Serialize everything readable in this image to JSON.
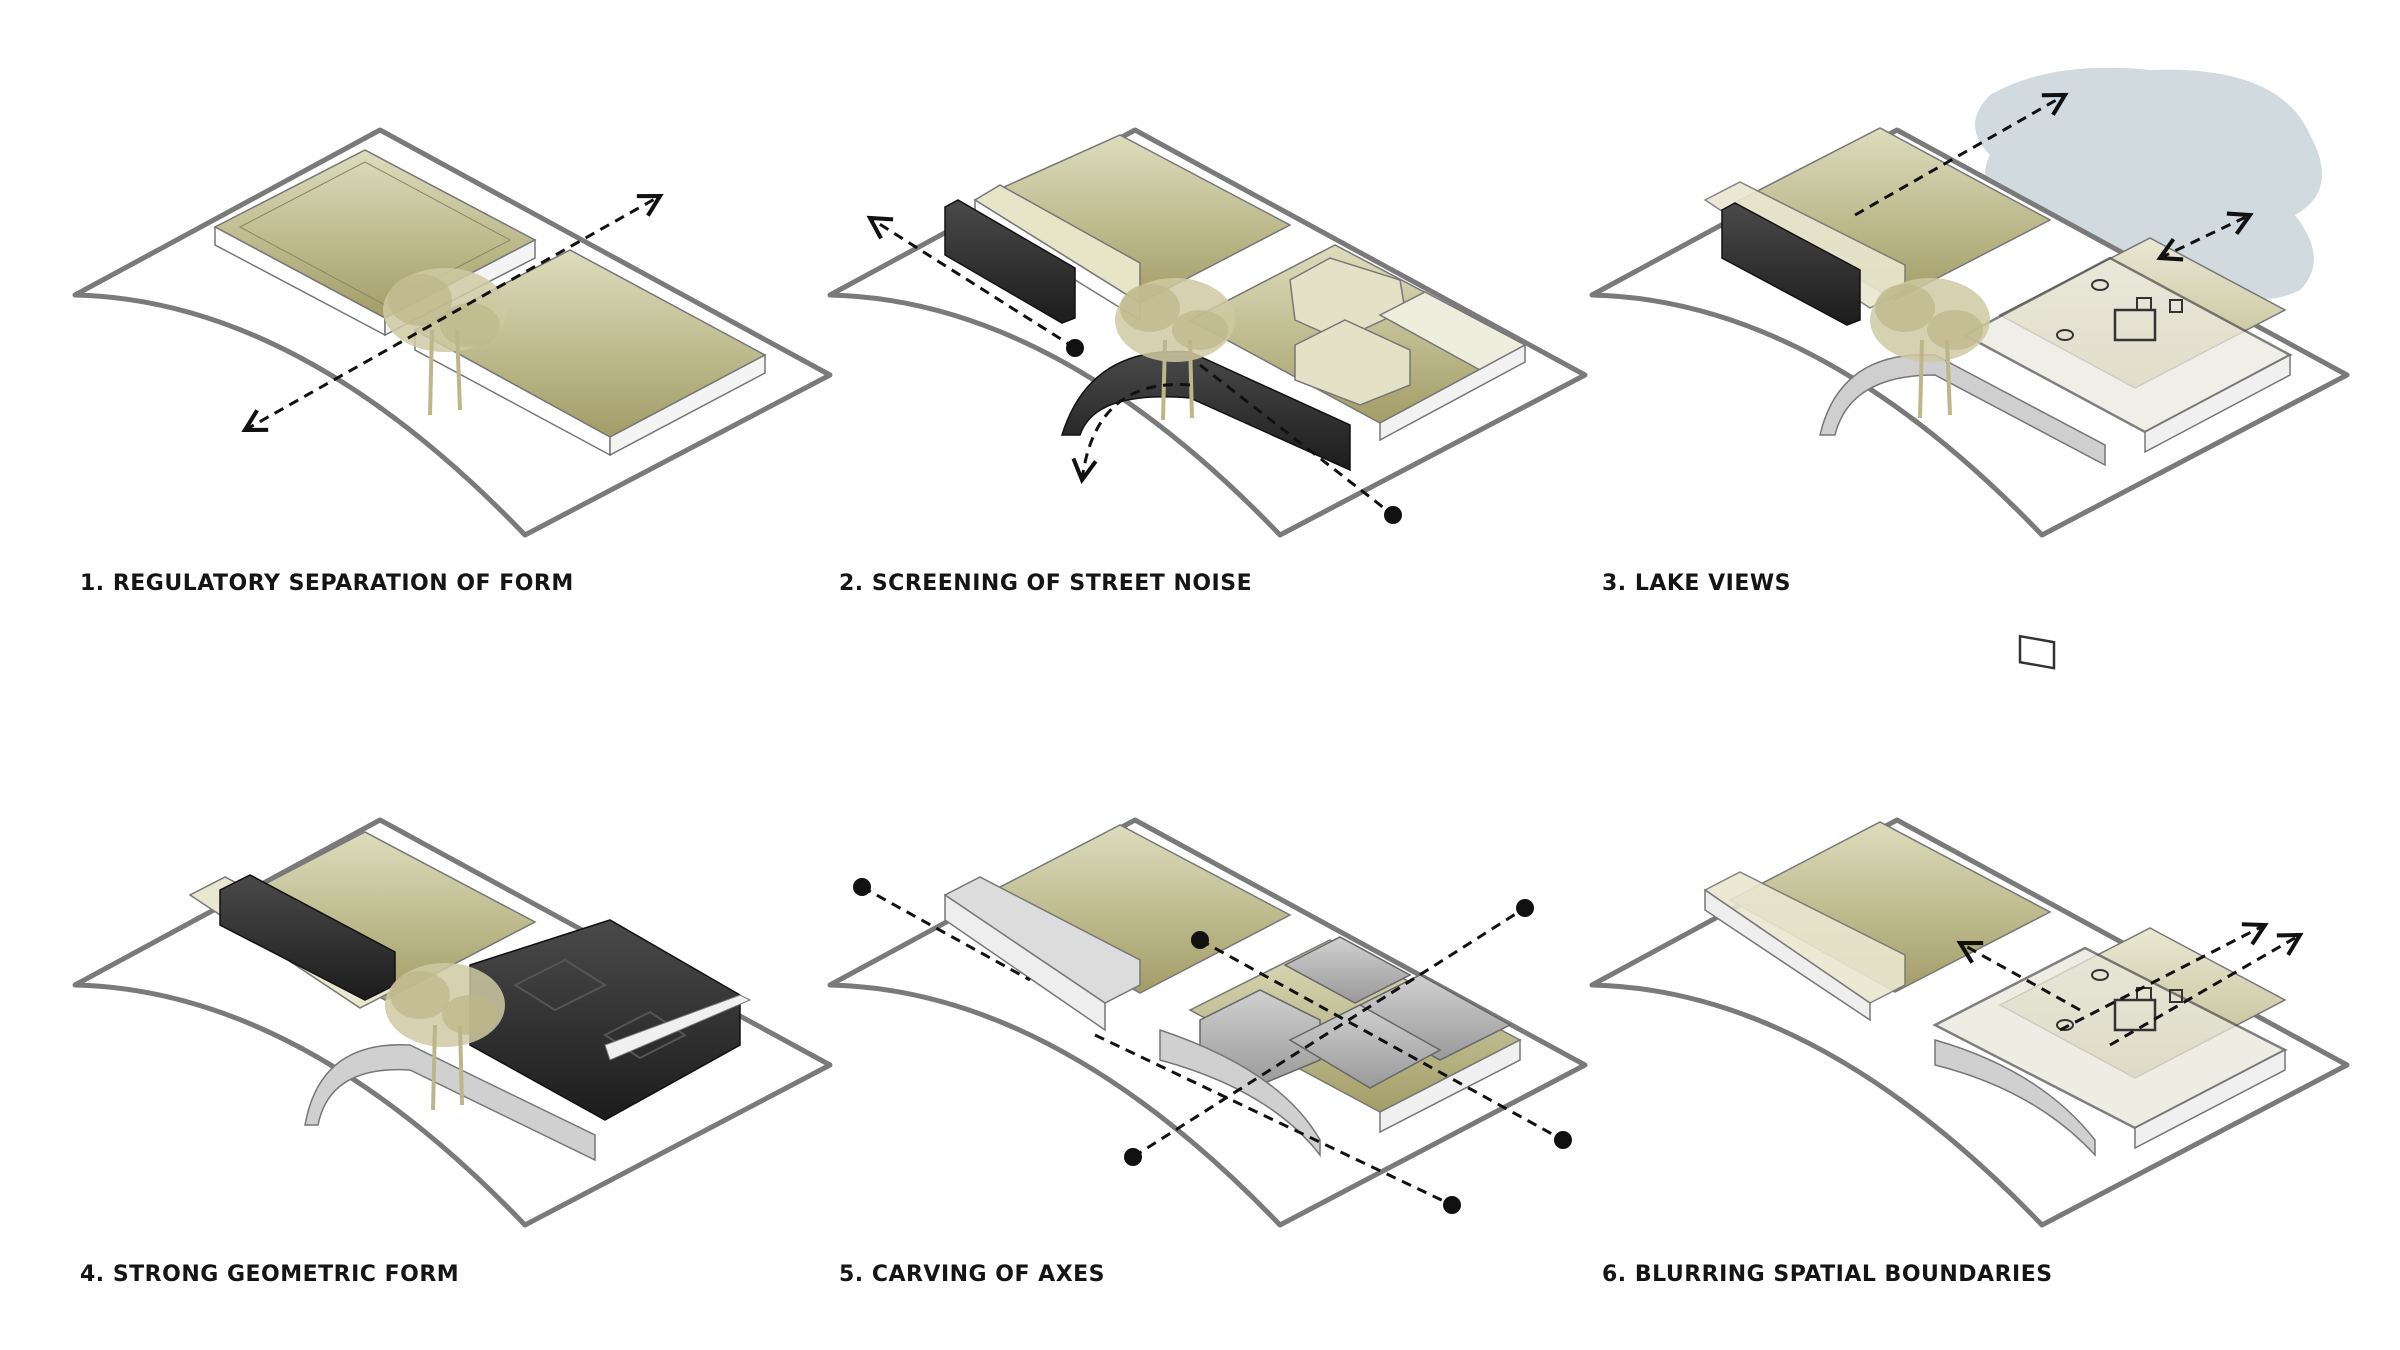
{
  "colors": {
    "olive": "#a9a470",
    "olive_light": "#dcdcb8",
    "dark_mass": "#2e2e2e",
    "outline": "#777777",
    "lake": "#c9d3d8",
    "tree": "#c9c39a"
  },
  "panels": [
    {
      "caption": "1. REGULATORY SEPARATION OF FORM"
    },
    {
      "caption": "2. SCREENING OF STREET NOISE"
    },
    {
      "caption": "3. LAKE VIEWS"
    },
    {
      "caption": "4. STRONG GEOMETRIC FORM"
    },
    {
      "caption": "5. CARVING OF AXES"
    },
    {
      "caption": "6. BLURRING SPATIAL BOUNDARIES"
    }
  ]
}
